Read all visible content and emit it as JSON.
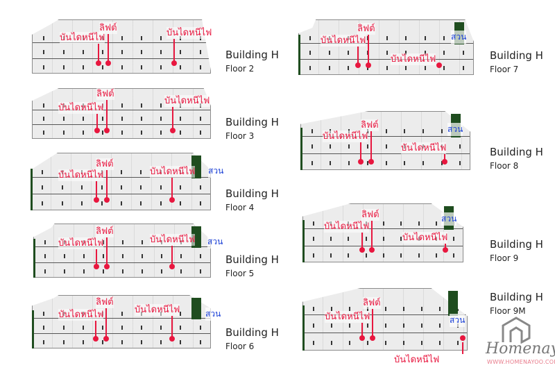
{
  "labels": {
    "lift": "ลิฟต์",
    "fire_exit": "บันไดหนีไฟ",
    "garden": "สวน"
  },
  "floors": [
    {
      "building": "Building H",
      "floor": "Floor 2"
    },
    {
      "building": "Building H",
      "floor": "Floor 3"
    },
    {
      "building": "Building H",
      "floor": "Floor 4"
    },
    {
      "building": "Building H",
      "floor": "Floor 5"
    },
    {
      "building": "Building H",
      "floor": "Floor 6"
    },
    {
      "building": "Building H",
      "floor": "Floor 7"
    },
    {
      "building": "Building H",
      "floor": "Floor 8"
    },
    {
      "building": "Building H",
      "floor": "Floor 9"
    },
    {
      "building": "Building H",
      "floor": "Floor 9M"
    }
  ],
  "logo": {
    "name": "Homenayoo",
    "url": "WWW.HOMENAYOO.COM"
  },
  "colors": {
    "marker": "#e8173f",
    "garden_text": "#1a3fd6",
    "garden_fill": "#1f4d1f"
  }
}
